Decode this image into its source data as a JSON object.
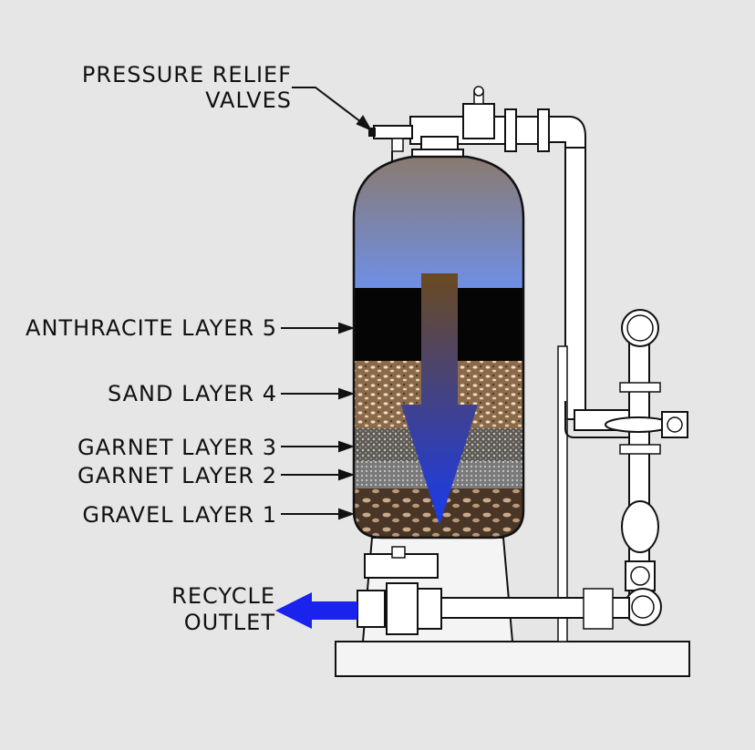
{
  "labels": {
    "pressure_relief_line1": "PRESSURE RELIEF",
    "pressure_relief_line2": "VALVES",
    "layer5": "ANTHRACITE LAYER 5",
    "layer4": "SAND LAYER 4",
    "layer3": "GARNET LAYER 3",
    "layer2": "GARNET LAYER 2",
    "layer1": "GRAVEL LAYER 1",
    "recycle_line1": "RECYCLE",
    "recycle_line2": "OUTLET"
  },
  "colors": {
    "background": "#e6e6e6",
    "water_top": "#8a7a6e",
    "water_bottom": "#6e8fe6",
    "anthracite": "#050505",
    "sand": "#8a6a4a",
    "garnet3": "#6e6a66",
    "garnet2": "#8a8a8a",
    "gravel": "#4a3626",
    "flow_arrow_top": "#6a4a20",
    "flow_arrow_bottom": "#1a3aee",
    "outlet_arrow": "#1a22ee",
    "pipe": "#ffffff",
    "outline": "#111111"
  }
}
